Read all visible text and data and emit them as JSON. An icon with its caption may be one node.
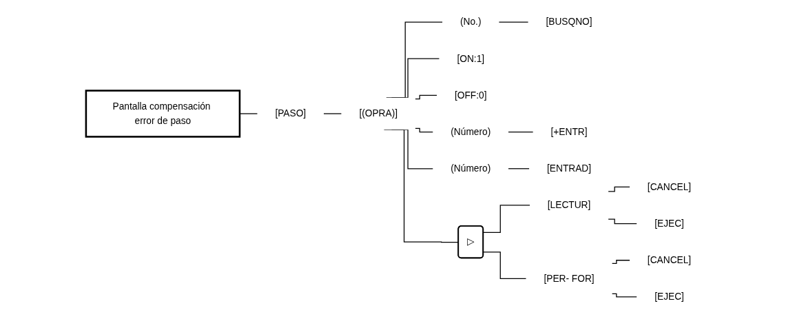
{
  "diagram": {
    "nodes": [
      {
        "text": [
          "Pantalla compensación error de paso"
        ]
      },
      {
        "text": [
          "[PASO]"
        ]
      },
      {
        "text": [
          "[(OPRA)]"
        ]
      },
      {
        "text": [
          "(No.)"
        ]
      },
      {
        "text": [
          "[BUSQNO]"
        ]
      },
      {
        "text": [
          "[ON:1]"
        ]
      },
      {
        "text": [
          "[OFF:0]"
        ]
      },
      {
        "text": [
          "(Número)"
        ]
      },
      {
        "text": [
          "[+ENTR]"
        ]
      },
      {
        "text": [
          "(Número)"
        ]
      },
      {
        "text": [
          "[ENTRAD]"
        ]
      },
      {
        "text": [
          "▷"
        ]
      },
      {
        "text": [
          "[LECTUR]"
        ]
      },
      {
        "text": [
          "[CANCEL]"
        ]
      },
      {
        "text": [
          "[EJEC]"
        ]
      },
      {
        "text": [
          "[PER- FOR]"
        ]
      },
      {
        "text": [
          "[CANCEL]"
        ]
      },
      {
        "text": [
          "[EJEC]"
        ]
      }
    ],
    "edges": [
      {
        "from": 0,
        "to": 1,
        "arrow": "none"
      },
      {
        "from": 1,
        "to": 2,
        "arrow": "none"
      },
      {
        "from": 2,
        "to": 3,
        "arrow": "none"
      },
      {
        "from": 3,
        "to": 4,
        "arrow": "none"
      },
      {
        "from": 2,
        "to": 5,
        "arrow": "none"
      },
      {
        "from": 2,
        "to": 6,
        "arrow": "none"
      },
      {
        "from": 2,
        "to": 7,
        "arrow": "none"
      },
      {
        "from": 7,
        "to": 8,
        "arrow": "none"
      },
      {
        "from": 2,
        "to": 9,
        "arrow": "none"
      },
      {
        "from": 9,
        "to": 10,
        "arrow": "none"
      },
      {
        "from": 2,
        "to": 11,
        "arrow": "none"
      },
      {
        "from": 11,
        "to": 12,
        "arrow": "none"
      },
      {
        "from": 12,
        "to": 13,
        "arrow": "none"
      },
      {
        "from": 12,
        "to": 14,
        "arrow": "none"
      },
      {
        "from": 11,
        "to": 15,
        "arrow": "none"
      },
      {
        "from": 15,
        "to": 16,
        "arrow": "none"
      },
      {
        "from": 15,
        "to": 17,
        "arrow": "none"
      }
    ]
  }
}
